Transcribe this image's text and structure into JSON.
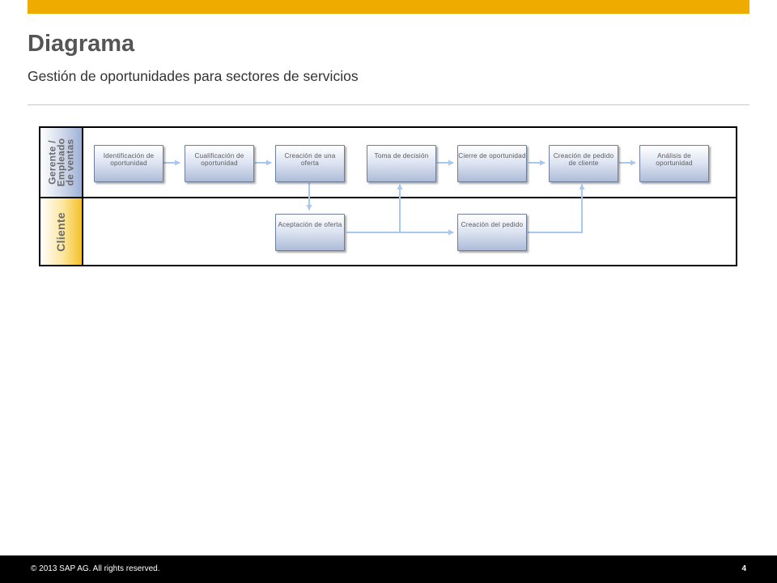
{
  "slide": {
    "title": "Diagrama",
    "subtitle": "Gestión de oportunidades para sectores de servicios",
    "page_number": "4"
  },
  "footer": {
    "copyright": "©  2013 SAP AG. All rights reserved."
  },
  "lanes": {
    "manager": "Gerente /\nEmpleado\nde ventas",
    "client": "Cliente"
  },
  "steps": {
    "identificacion": "Identificación de oportunidad",
    "cualificacion": "Cualificación de oportunidad",
    "creacion_oferta": "Creación de una oferta",
    "toma_decision": "Toma de decisión",
    "cierre": "Cierre de oportunidad",
    "creacion_pedido_cliente": "Creación de pedido de cliente",
    "analisis": "Análisis de oportunidad",
    "aceptacion_oferta": "Aceptación de oferta",
    "creacion_pedido": "Creación del pedido"
  },
  "colors": {
    "accent_bar": "#f0ab00",
    "arrow": "#a9c8f0",
    "manager_lane": "#9fb1d6",
    "client_lane": "#f4c128"
  }
}
